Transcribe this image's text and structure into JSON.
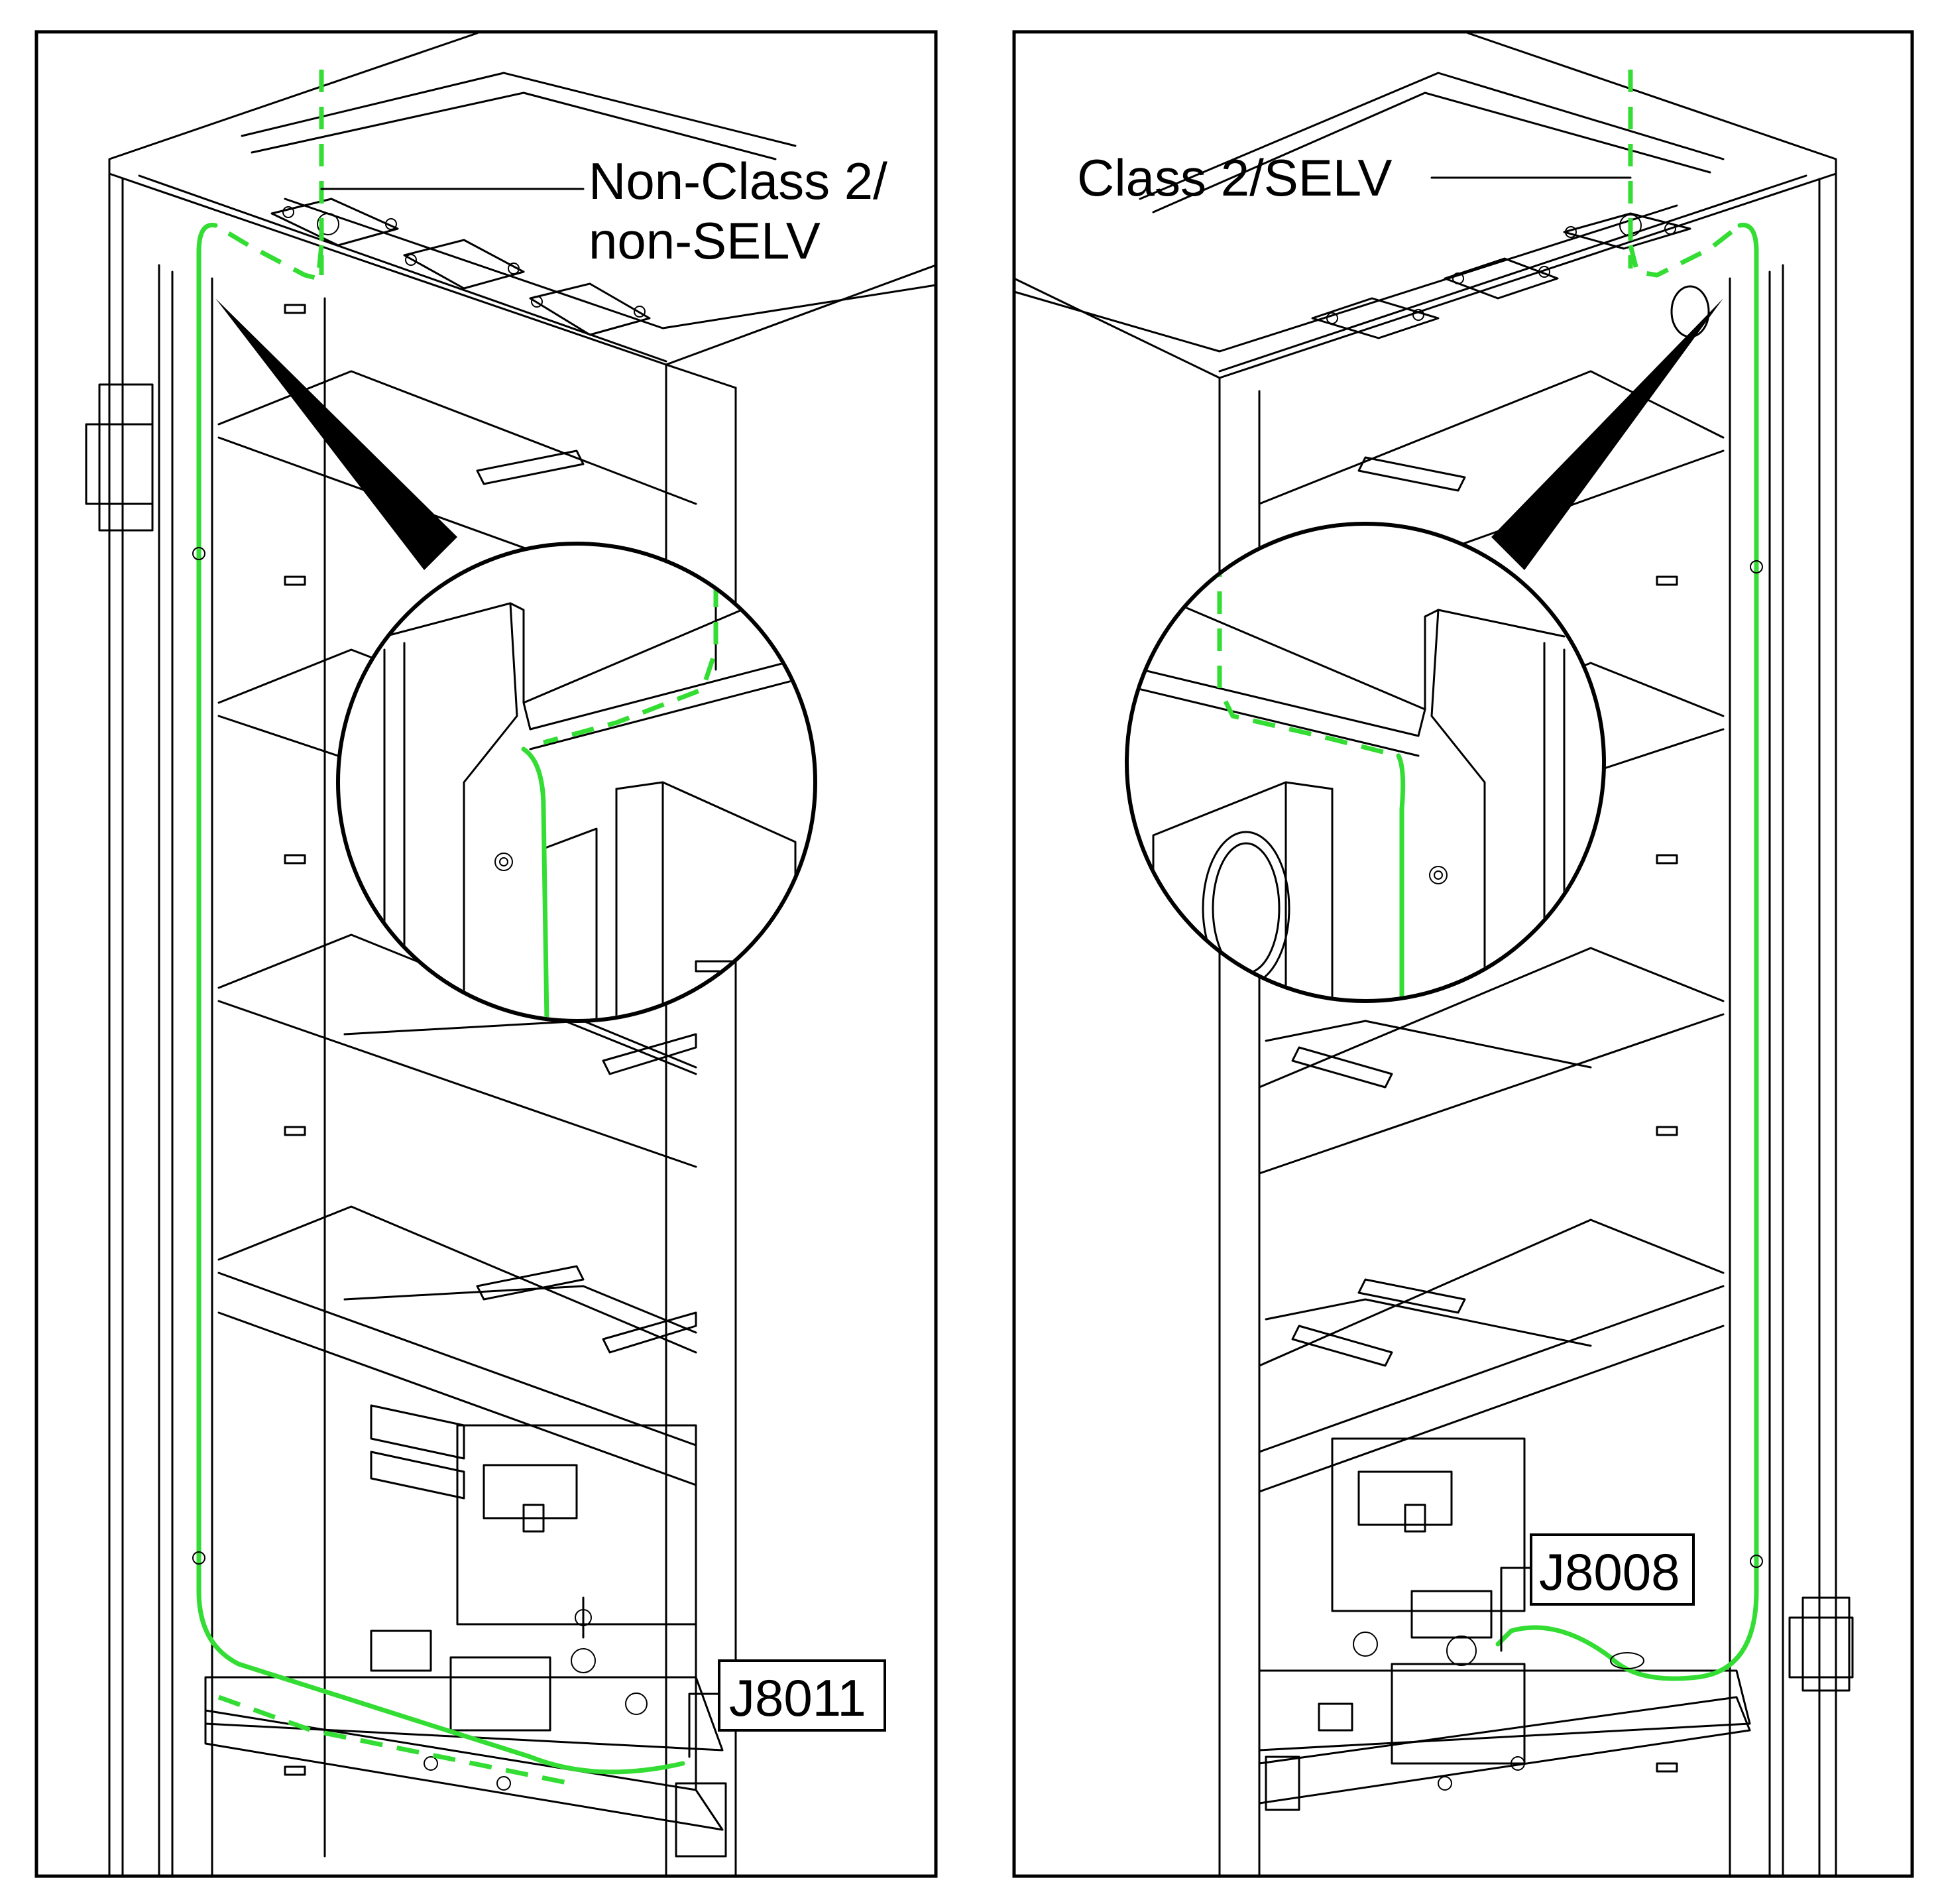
{
  "panels": [
    {
      "id": "left",
      "callout_line1": "Non-Class 2/",
      "callout_line2": "non-SELV",
      "connector": "J8011"
    },
    {
      "id": "right",
      "callout_line1": "Class 2/SELV",
      "callout_line2": "",
      "connector": "J8008"
    }
  ],
  "colors": {
    "wire": "#33dd33",
    "outline": "#000000",
    "background": "#ffffff"
  }
}
